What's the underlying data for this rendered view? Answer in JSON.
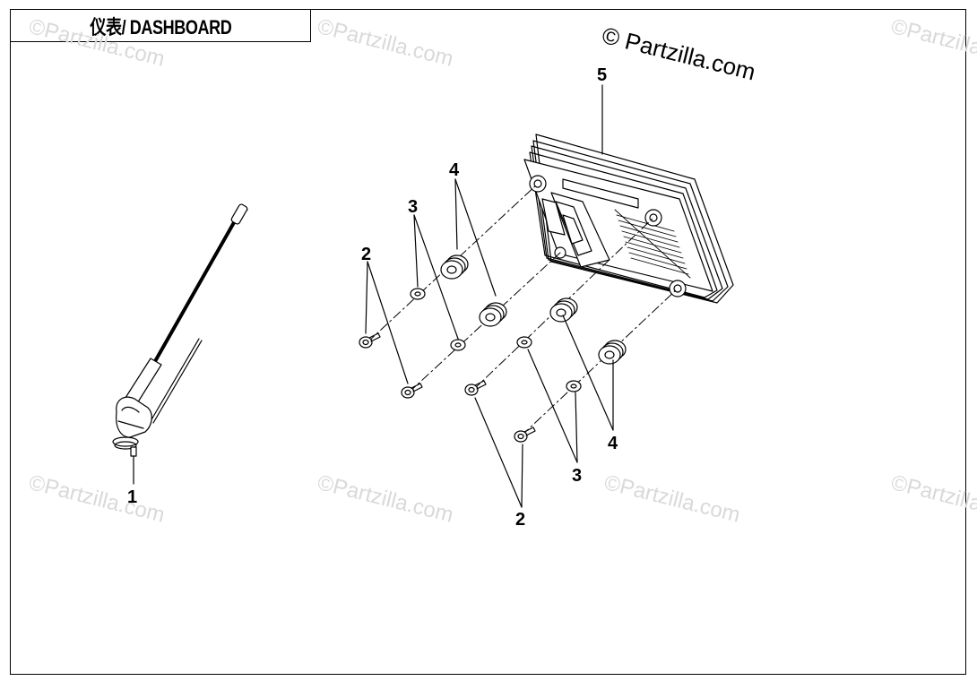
{
  "header": {
    "title": "仪表/ DASHBOARD"
  },
  "copyright": "© Partzilla.com",
  "watermark": "©Partzilla.com",
  "callouts": {
    "antenna": "1",
    "screw": "2",
    "washer": "3",
    "grommet": "4",
    "dashboard": "5"
  },
  "colors": {
    "line": "#000000",
    "watermark": "#d9d9d9"
  }
}
